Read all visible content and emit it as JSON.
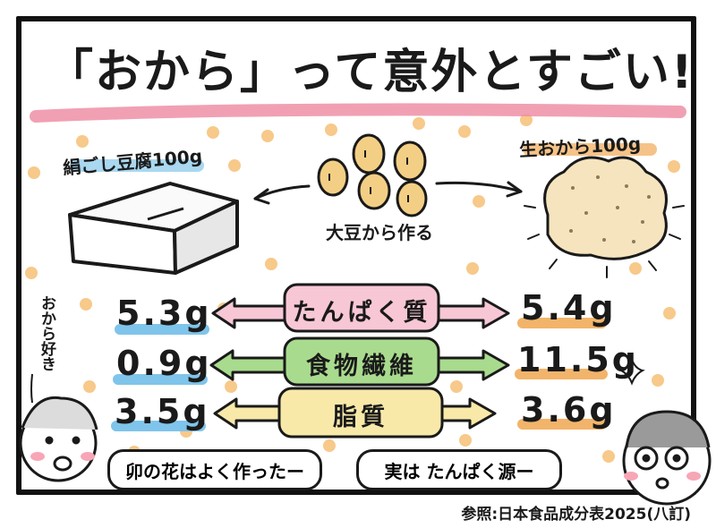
{
  "title": "「おから」って意外とすごい!",
  "left": {
    "label": "絹ごし豆腐100g"
  },
  "center": {
    "label": "大豆から作る"
  },
  "right": {
    "label": "生おから100g"
  },
  "nutrients": [
    {
      "name": "たんぱく質",
      "left_value": "5.3g",
      "right_value": "5.4g",
      "color": "#f7c7d5",
      "left_highlight": "#7fc4ea",
      "right_highlight": "#f2b46a"
    },
    {
      "name": "食物繊維",
      "left_value": "0.9g",
      "right_value": "11.5g",
      "color": "#a9db8e",
      "left_highlight": "#7fc4ea",
      "right_highlight": "#f2b46a"
    },
    {
      "name": "脂質",
      "left_value": "3.5g",
      "right_value": "3.6g",
      "color": "#f8e9a9",
      "left_highlight": "#7fc4ea",
      "right_highlight": "#f2b46a"
    }
  ],
  "side_note": "おから好き",
  "bubbles": {
    "left": "卯の花はよく作ったー",
    "right": "実は たんぱく源ー"
  },
  "footer": "参照:日本食品成分表2025(八訂)",
  "colors": {
    "title_underline": "#ef8fa6",
    "dots": "#f7c98a",
    "okara": "#f6e4bf"
  }
}
